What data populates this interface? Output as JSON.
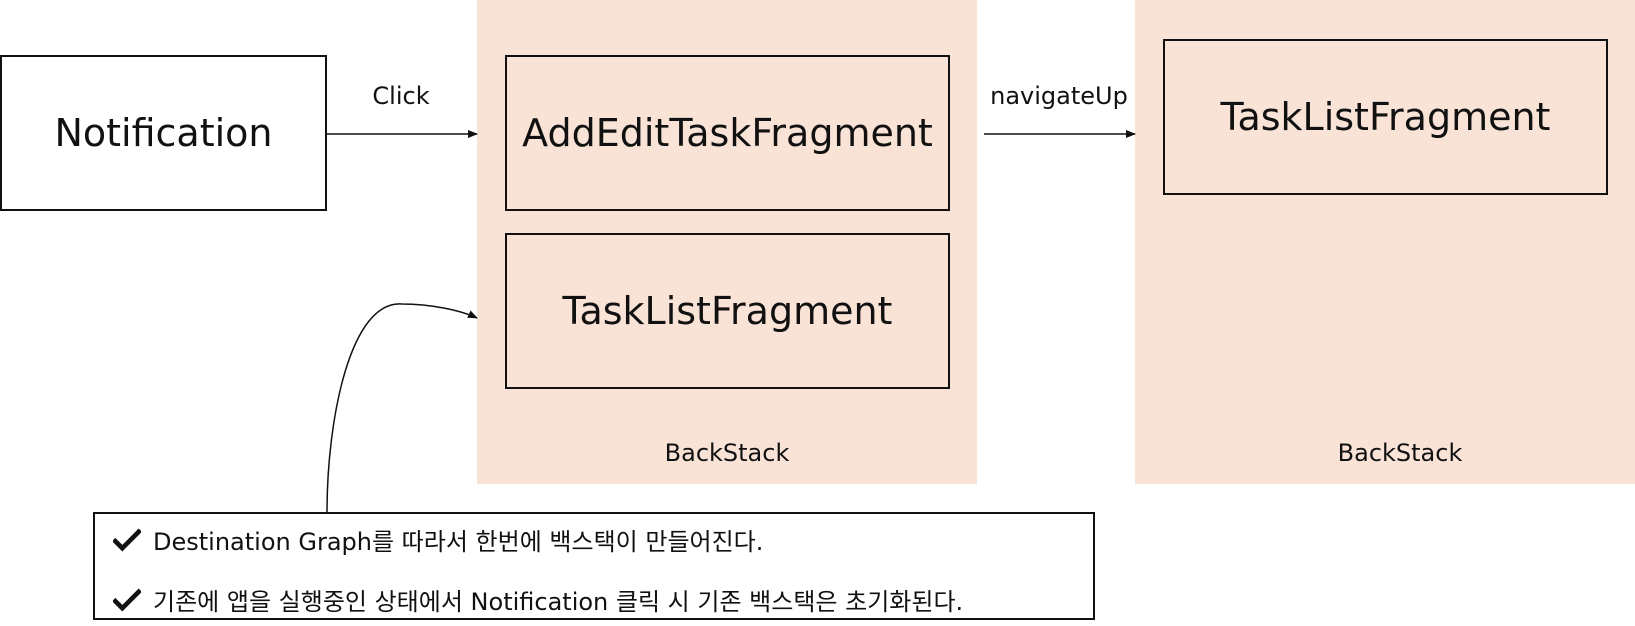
{
  "nodes": {
    "notification": "Notification",
    "add_edit_task_fragment": "AddEditTaskFragment",
    "task_list_fragment_left": "TaskListFragment",
    "task_list_fragment_right": "TaskListFragment"
  },
  "edges": {
    "click": "Click",
    "navigate_up": "navigateUp"
  },
  "panels": {
    "left_label": "BackStack",
    "right_label": "BackStack",
    "color": "#f9e3d6"
  },
  "notes": [
    {
      "icon": "check-icon",
      "text": "Destination Graph를 따라서 한번에 백스택이 만들어진다."
    },
    {
      "icon": "check-icon",
      "text": "기존에 앱을 실행중인 상태에서 Notification 클릭 시 기존 백스택은 초기화된다."
    }
  ]
}
